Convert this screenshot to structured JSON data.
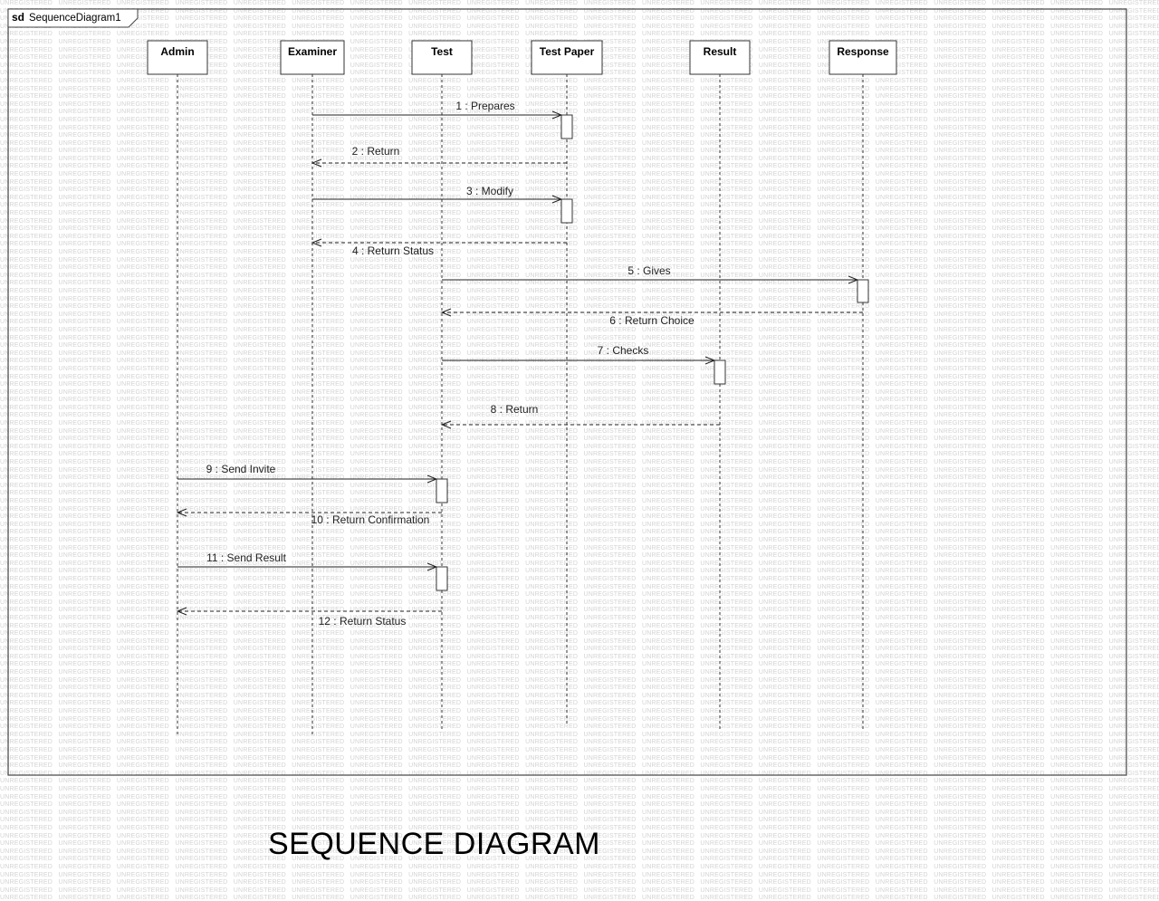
{
  "frame": {
    "keyword": "sd",
    "name": "SequenceDiagram1"
  },
  "watermark_text": "UNREGISTERED",
  "lifelines": [
    {
      "id": "admin",
      "name": "Admin"
    },
    {
      "id": "examiner",
      "name": "Examiner"
    },
    {
      "id": "test",
      "name": "Test"
    },
    {
      "id": "testpaper",
      "name": "Test Paper"
    },
    {
      "id": "result",
      "name": "Result"
    },
    {
      "id": "response",
      "name": "Response"
    }
  ],
  "messages": [
    {
      "label": "1 : Prepares",
      "from": "examiner",
      "to": "testpaper",
      "kind": "sync"
    },
    {
      "label": "2 : Return",
      "from": "testpaper",
      "to": "examiner",
      "kind": "return"
    },
    {
      "label": "3 : Modify",
      "from": "examiner",
      "to": "testpaper",
      "kind": "sync"
    },
    {
      "label": "4 : Return Status",
      "from": "testpaper",
      "to": "examiner",
      "kind": "return"
    },
    {
      "label": "5 : Gives",
      "from": "test",
      "to": "response",
      "kind": "sync"
    },
    {
      "label": "6 : Return Choice",
      "from": "response",
      "to": "test",
      "kind": "return"
    },
    {
      "label": "7 : Checks",
      "from": "test",
      "to": "result",
      "kind": "sync"
    },
    {
      "label": "8 : Return",
      "from": "result",
      "to": "test",
      "kind": "return"
    },
    {
      "label": "9 : Send Invite",
      "from": "admin",
      "to": "test",
      "kind": "sync"
    },
    {
      "label": "10 : Return Confirmation",
      "from": "test",
      "to": "admin",
      "kind": "return"
    },
    {
      "label": "11 : Send Result",
      "from": "admin",
      "to": "test",
      "kind": "sync"
    },
    {
      "label": "12 : Return Status",
      "from": "test",
      "to": "admin",
      "kind": "return"
    }
  ],
  "caption": "SEQUENCE DIAGRAM"
}
